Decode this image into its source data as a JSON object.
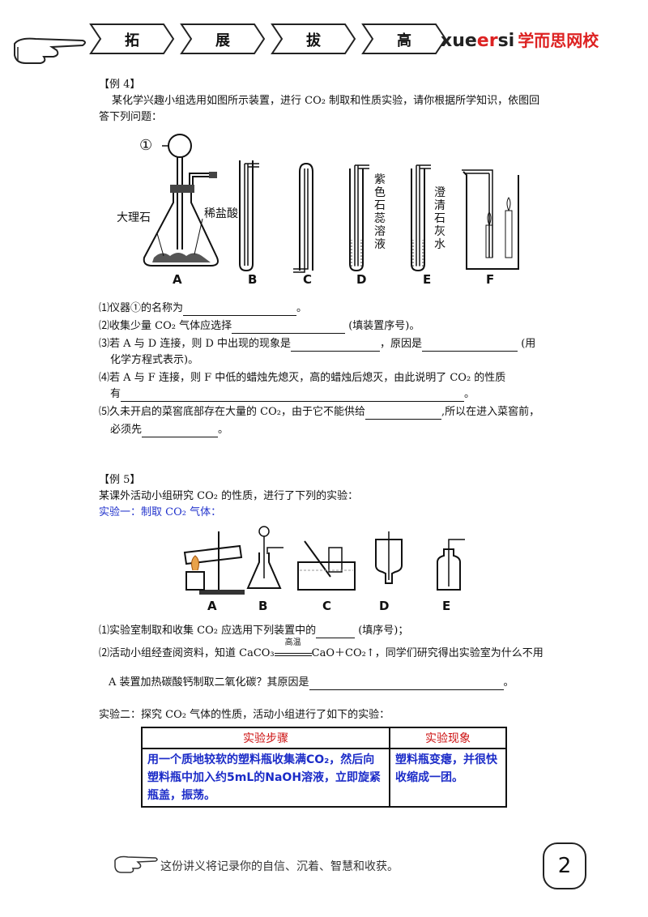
{
  "header": {
    "banners": [
      "拓",
      "展",
      "拔",
      "高"
    ],
    "brand_latin_1": "xue",
    "brand_latin_2": "er",
    "brand_latin_3": "si",
    "brand_cn": "学而思网校"
  },
  "ex4": {
    "tag": "【例 4】",
    "intro_1": "某化学兴趣小组选用如图所示装置，进行 CO₂ 制取和性质实验，请你根据所学知识，依图回",
    "intro_2": "答下列问题：",
    "fig_labels": {
      "circle1": "①",
      "marble": "大理石",
      "acid": "稀盐酸",
      "litmus": "紫色石蕊溶液",
      "limewater": "澄清石灰水",
      "A": "A",
      "B": "B",
      "C": "C",
      "D": "D",
      "E": "E",
      "F": "F"
    },
    "q1": "⑴仪器①的名称为",
    "q1_end": "。",
    "q2": "⑵收集少量 CO₂ 气体应选择",
    "q2_end": "(填装置序号)。",
    "q3": "⑶若 A 与 D 连接，则 D 中出现的现象是",
    "q3_mid": "，原因是",
    "q3_end": "(用",
    "q3_line2": "化学方程式表示)。",
    "q4": "⑷若 A 与 F 连接，则 F 中低的蜡烛先熄灭，高的蜡烛后熄灭，由此说明了 CO₂ 的性质",
    "q4_line2": "有",
    "q4_end": "。",
    "q5": "⑸久未开启的菜窖底部存在大量的 CO₂，由于它不能供给",
    "q5_mid": ",所以在进入菜窖前，",
    "q5_line2": "必须先",
    "q5_end": "。"
  },
  "ex5": {
    "tag": "【例 5】",
    "intro": "某课外活动小组研究 CO₂ 的性质，进行了下列的实验：",
    "exp1": "实验一：制取 CO₂ 气体：",
    "fig_labels": {
      "A": "A",
      "B": "B",
      "C": "C",
      "D": "D",
      "E": "E"
    },
    "q1": "⑴实验室制取和收集 CO₂ 应选用下列装置中的",
    "q1_end": "(填序号)；",
    "q2_a": "⑵活动小组经查阅资料，知道 CaCO₃",
    "q2_cond": "高温",
    "q2_b": "CaO＋CO₂↑，同学们研究得出实验室为什么不用",
    "q2_line2": "A 装置加热碳酸钙制取二氧化碳？其原因是",
    "q2_end": "。",
    "exp2": "实验二：探究 CO₂ 气体的性质，活动小组进行了如下的实验：",
    "table": {
      "headers": [
        "实验步骤",
        "实验现象"
      ],
      "step": "用一个质地较软的塑料瓶收集满CO₂，然后向塑料瓶中加入约5mL的NaOH溶液，立即旋紧瓶盖，振荡。",
      "phenomenon": "塑料瓶变瘪，并很快收缩成一团。"
    }
  },
  "footer": {
    "motto": "这份讲义将记录你的自信、沉着、智慧和收获。",
    "page": "2"
  }
}
